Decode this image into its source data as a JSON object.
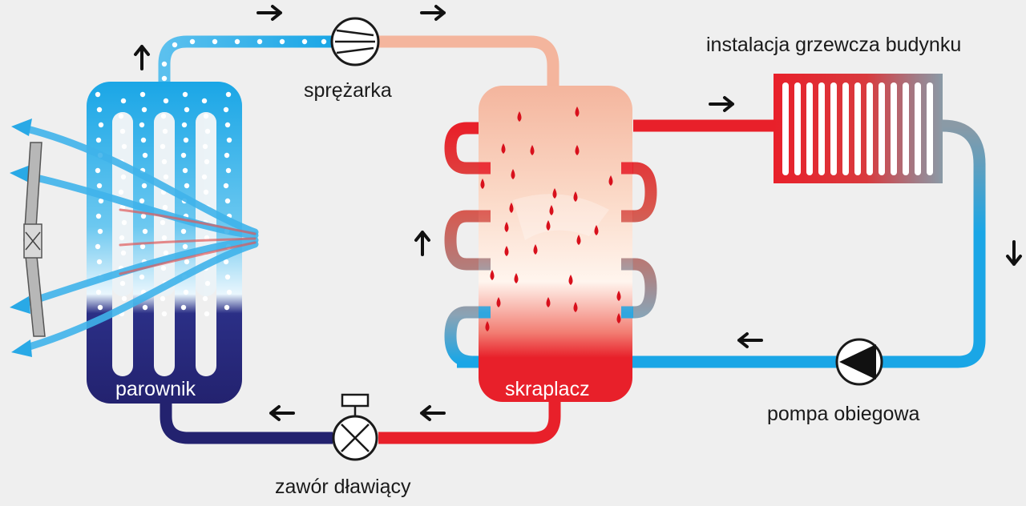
{
  "labels": {
    "compressor": "sprężarka",
    "heating_installation": "instalacja grzewcza budynku",
    "evaporator": "parownik",
    "condenser": "skraplacz",
    "expansion_valve": "zawór dławiący",
    "circulation_pump": "pompa obiegowa"
  },
  "colors": {
    "background": "#efefef",
    "cold_light": "#7fd0f3",
    "cold_mid": "#1aa6e6",
    "cold_dark": "#23226f",
    "hot": "#e8202a",
    "warm_pale": "#f4b59d",
    "return_grey": "#8a9aa6",
    "arrow": "#111111"
  },
  "icons": [
    "fan-icon",
    "compressor-icon",
    "expansion-valve-icon",
    "pump-icon",
    "radiator-icon",
    "arrow-icon"
  ]
}
